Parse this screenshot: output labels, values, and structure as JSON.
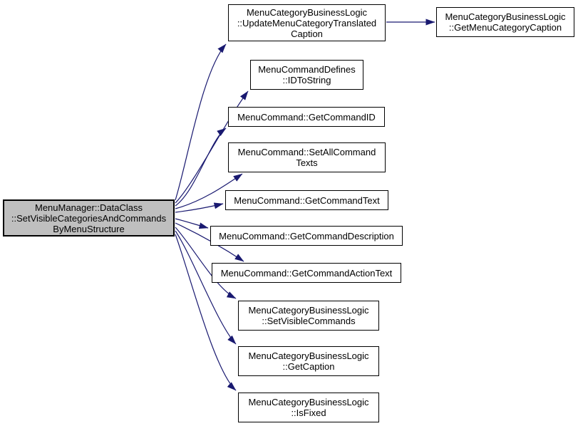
{
  "diagram": {
    "type": "call-graph",
    "background": "#ffffff",
    "edge_color": "#191970",
    "node_border_color": "#000000",
    "node_fill": "#ffffff",
    "main_node_fill": "#bfbfbf",
    "text_color": "#000000"
  },
  "nodes": {
    "main": {
      "lines": [
        "MenuManager::DataClass",
        "::SetVisibleCategoriesAndCommands",
        "ByMenuStructure"
      ]
    },
    "update_caption": {
      "lines": [
        "MenuCategoryBusinessLogic",
        "::UpdateMenuCategoryTranslated",
        "Caption"
      ]
    },
    "get_menu_category_caption": {
      "lines": [
        "MenuCategoryBusinessLogic",
        "::GetMenuCategoryCaption"
      ]
    },
    "id_to_string": {
      "lines": [
        "MenuCommandDefines",
        "::IDToString"
      ]
    },
    "get_command_id": {
      "lines": [
        "MenuCommand::GetCommandID"
      ]
    },
    "set_all_command_texts": {
      "lines": [
        "MenuCommand::SetAllCommand",
        "Texts"
      ]
    },
    "get_command_text": {
      "lines": [
        "MenuCommand::GetCommandText"
      ]
    },
    "get_command_description": {
      "lines": [
        "MenuCommand::GetCommandDescription"
      ]
    },
    "get_command_action_text": {
      "lines": [
        "MenuCommand::GetCommandActionText"
      ]
    },
    "set_visible_commands": {
      "lines": [
        "MenuCategoryBusinessLogic",
        "::SetVisibleCommands"
      ]
    },
    "get_caption": {
      "lines": [
        "MenuCategoryBusinessLogic",
        "::GetCaption"
      ]
    },
    "is_fixed": {
      "lines": [
        "MenuCategoryBusinessLogic",
        "::IsFixed"
      ]
    }
  },
  "edges": [
    {
      "from": "main",
      "to": "update_caption"
    },
    {
      "from": "main",
      "to": "id_to_string"
    },
    {
      "from": "main",
      "to": "get_command_id"
    },
    {
      "from": "main",
      "to": "set_all_command_texts"
    },
    {
      "from": "main",
      "to": "get_command_text"
    },
    {
      "from": "main",
      "to": "get_command_description"
    },
    {
      "from": "main",
      "to": "get_command_action_text"
    },
    {
      "from": "main",
      "to": "set_visible_commands"
    },
    {
      "from": "main",
      "to": "get_caption"
    },
    {
      "from": "main",
      "to": "is_fixed"
    },
    {
      "from": "update_caption",
      "to": "get_menu_category_caption"
    }
  ]
}
